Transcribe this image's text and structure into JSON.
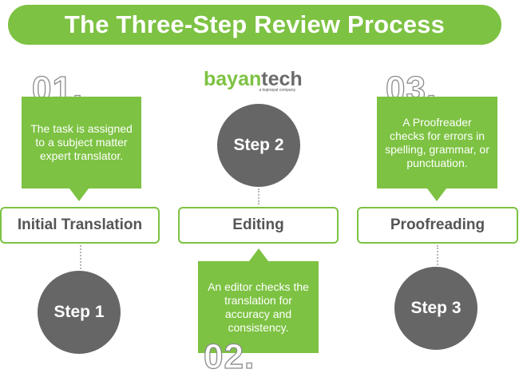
{
  "title": "The Three-Step Review Process",
  "brand": {
    "logo_part1": "bayan",
    "logo_part2": "tech",
    "tagline": "a tsqinayal company"
  },
  "steps": [
    {
      "number": "01.",
      "description": "The task is assigned to a subject matter expert translator.",
      "label": "Initial Translation",
      "step": "Step 1"
    },
    {
      "number": "02.",
      "description": "An editor checks the translation for accuracy and consistency.",
      "label": "Editing",
      "step": "Step 2"
    },
    {
      "number": "03.",
      "description": "A Proofreader checks for errors in spelling, grammar, or punctuation.",
      "label": "Proofreading",
      "step": "Step 3"
    }
  ],
  "colors": {
    "green": "#7dc242",
    "gray_circle": "#666666",
    "label_text": "#555555"
  }
}
